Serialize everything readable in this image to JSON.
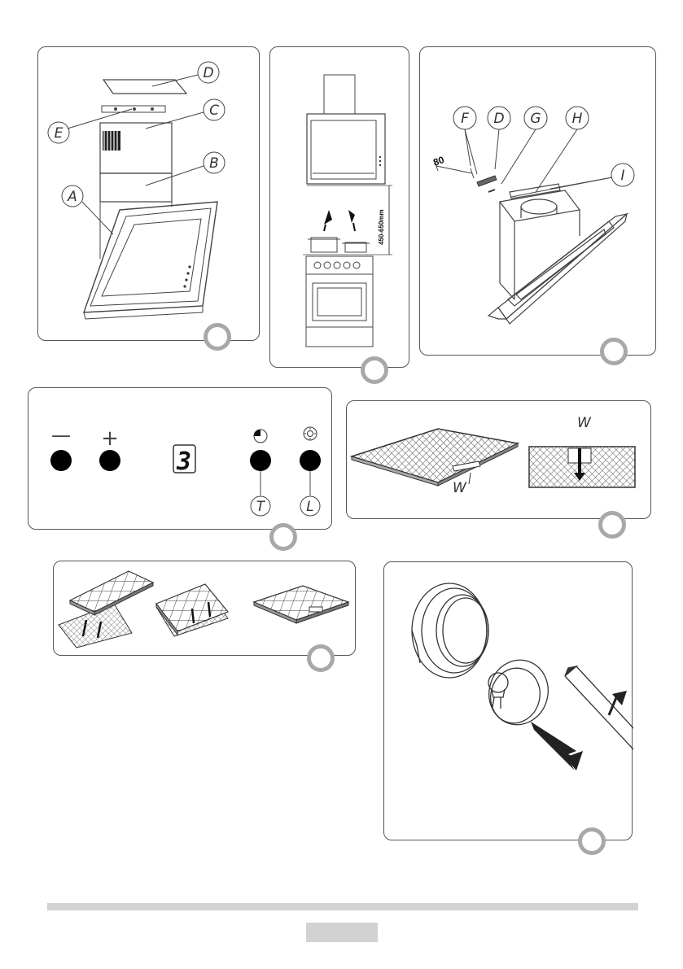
{
  "panel1": {
    "labels": {
      "A": "A",
      "B": "B",
      "C": "C",
      "D": "D",
      "E": "E"
    }
  },
  "panel2": {
    "dimension": "450-650mm"
  },
  "panel3": {
    "labels": {
      "F": "F",
      "D": "D",
      "G": "G",
      "H": "H",
      "I": "I"
    },
    "distance": "80"
  },
  "panel4": {
    "minus_symbol": "—",
    "plus_symbol": "+",
    "display_value": "3",
    "labels": {
      "T": "T",
      "L": "L"
    }
  },
  "panel5": {
    "labels": {
      "W_top": "W",
      "W_bottom": "W"
    }
  },
  "colors": {
    "outline": "#555555",
    "badge": "#a8a8a8",
    "button": "#000000",
    "footer": "#d2d2d2"
  }
}
